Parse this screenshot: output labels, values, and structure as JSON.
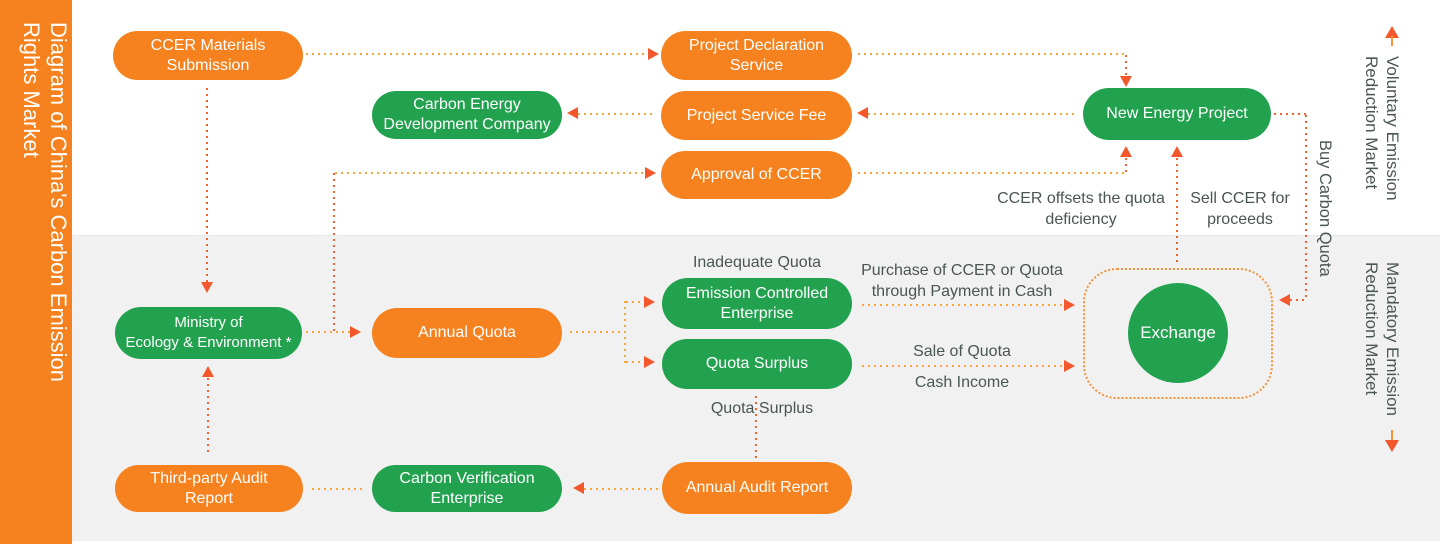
{
  "sidebar": {
    "title_line1": "Diagram of China's Carbon Emission",
    "title_line2": "Rights Market"
  },
  "markets": {
    "voluntary": {
      "l1": "Voluntary Emission",
      "l2": "Reduction Market"
    },
    "mandatory": {
      "l1": "Mandatory Emission",
      "l2": "Reduction Market"
    }
  },
  "nodes": {
    "ccer_materials": {
      "l1": "CCER Materials",
      "l2": "Submission"
    },
    "project_declaration": {
      "l1": "Project Declaration",
      "l2": "Service"
    },
    "carbon_energy": {
      "l1": "Carbon Energy",
      "l2": "Development Company"
    },
    "project_service_fee": {
      "l1": "Project Service Fee"
    },
    "new_energy": {
      "l1": "New Energy Project"
    },
    "approval_ccer": {
      "l1": "Approval of CCER"
    },
    "ministry": {
      "l1": "Ministry of",
      "l2": "Ecology & Environment *"
    },
    "annual_quota": {
      "l1": "Annual Quota"
    },
    "emission_controlled": {
      "l1": "Emission Controlled",
      "l2": "Enterprise"
    },
    "quota_surplus_box": {
      "l1": "Quota Surplus"
    },
    "third_party": {
      "l1": "Third-party Audit",
      "l2": "Report"
    },
    "carbon_verification": {
      "l1": "Carbon Verification",
      "l2": "Enterprise"
    },
    "annual_audit": {
      "l1": "Annual Audit Report"
    },
    "exchange": {
      "l1": "Exchange"
    }
  },
  "annotations": {
    "inadequate_quota": "Inadequate Quota",
    "purchase_l1": "Purchase of CCER or Quota",
    "purchase_l2": "through Payment in Cash",
    "sale_of_quota": "Sale of Quota",
    "cash_income": "Cash Income",
    "ccer_offsets_l1": "CCER offsets the quota",
    "ccer_offsets_l2": "deficiency",
    "sell_ccer_l1": "Sell CCER for",
    "sell_ccer_l2": "proceeds",
    "quota_surplus": "Quota Surplus",
    "buy_carbon_quota": "Buy Carbon Quota"
  },
  "colors": {
    "orange": "#F5821F",
    "green": "#22A24F",
    "dots_yellow": "#F9A63C",
    "dots_red": "#F0652F",
    "arrowhead": "#F2582B",
    "gray_text": "#4A5651",
    "section_bg": "#F1F1F1"
  }
}
